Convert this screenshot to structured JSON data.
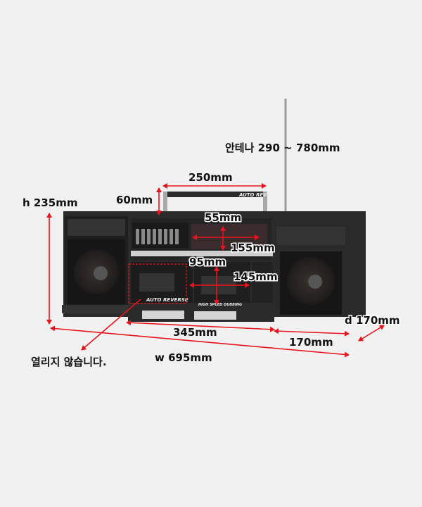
{
  "product": {
    "handle_badge": "AUTO REVERSE",
    "deck_a_label": "AUTO REVERSE",
    "deck_b_label": "HIGH SPEED DUBBING"
  },
  "dimensions": {
    "antenna": "안테나 290 ~ 780mm",
    "handle_width": "250mm",
    "handle_height": "60mm",
    "height": "h 235mm",
    "display_height": "55mm",
    "display_width": "155mm",
    "deck_height": "95mm",
    "deck_width": "145mm",
    "center_width": "345mm",
    "speaker_width": "170mm",
    "depth": "d 170mm",
    "width": "w 695mm"
  },
  "notes": {
    "not_openable": "열리지 않습니다."
  },
  "colors": {
    "annotation": "#e8141b",
    "background": "#f1f1f1"
  }
}
